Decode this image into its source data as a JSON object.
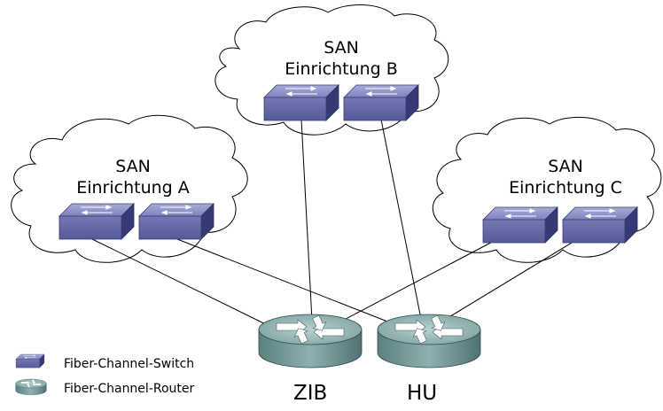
{
  "sites": {
    "a": {
      "title": "SAN",
      "subtitle": "Einrichtung A"
    },
    "b": {
      "title": "SAN",
      "subtitle": "Einrichtung B"
    },
    "c": {
      "title": "SAN",
      "subtitle": "Einrichtung C"
    }
  },
  "routers": {
    "zib": "ZIB",
    "hu": "HU"
  },
  "legend": {
    "switch": "Fiber-Channel-Switch",
    "router": "Fiber-Channel-Router"
  },
  "colors": {
    "switch_top": "#8e93c8",
    "switch_front": "#6b70ad",
    "switch_side": "#3c4079",
    "router_top": "#9ab8b8",
    "router_body": "#6f9595",
    "router_dark": "#3f6262"
  }
}
